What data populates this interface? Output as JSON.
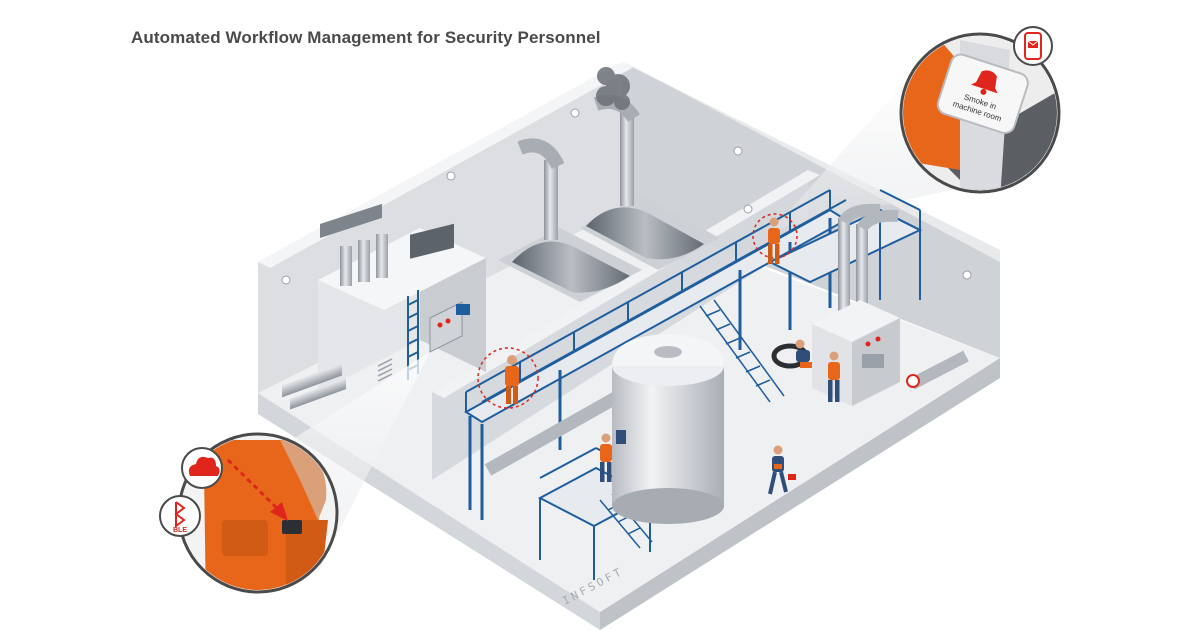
{
  "title": "Automated Workflow Management for Security Personnel",
  "watch_message_line1": "Smoke in",
  "watch_message_line2": "machine room",
  "ble_label": "BLE",
  "watermark": "INFSOFT",
  "icons": {
    "cloud": "cloud-icon",
    "bluetooth": "bluetooth-icon",
    "phone_mail": "phone-mail-icon",
    "alarm_bell": "alarm-bell-icon"
  },
  "colors": {
    "accent_red": "#e0261c",
    "worker_orange": "#e8661a",
    "structure_blue": "#1f5e9e",
    "floor_light": "#eef0f2",
    "wall_gray": "#d9dbdf",
    "wall_dark": "#c2c5ca"
  }
}
